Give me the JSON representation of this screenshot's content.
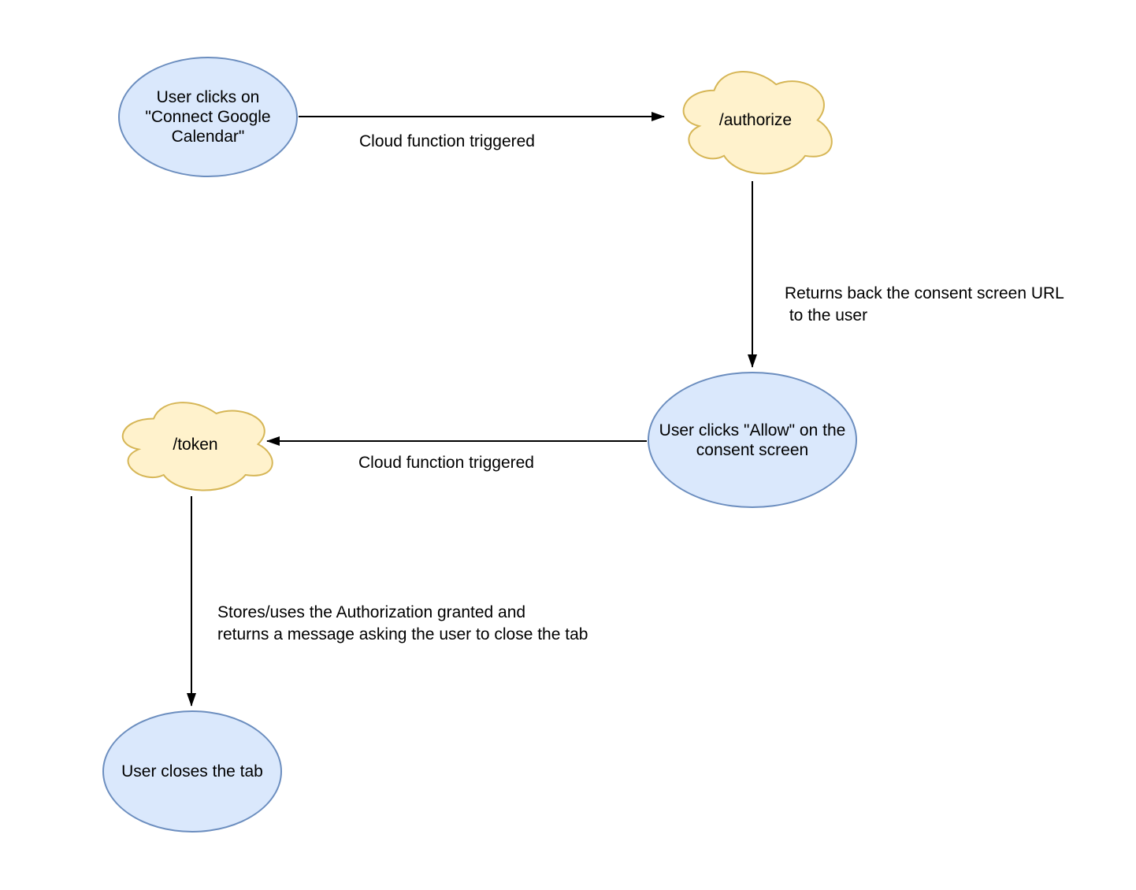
{
  "diagram": {
    "colors": {
      "background": "#ffffff",
      "ellipse_fill": "#dae8fc",
      "ellipse_stroke": "#6c8ebf",
      "cloud_fill": "#fff2cc",
      "cloud_stroke": "#d6b656",
      "arrow": "#000000",
      "text": "#000000"
    },
    "nodes": {
      "connect_calendar": {
        "shape": "ellipse",
        "label": "User clicks on\n\"Connect Google\nCalendar\""
      },
      "authorize_endpoint": {
        "shape": "cloud",
        "label": "/authorize"
      },
      "consent_allow": {
        "shape": "ellipse",
        "label": "User clicks \"Allow\" on the\nconsent screen"
      },
      "token_endpoint": {
        "shape": "cloud",
        "label": "/token"
      },
      "close_tab": {
        "shape": "ellipse",
        "label": "User closes the tab"
      }
    },
    "edges": {
      "connect_to_authorize": {
        "label": "Cloud function triggered"
      },
      "authorize_to_consent": {
        "label": "Returns back the consent screen URL\n to the user"
      },
      "consent_to_token": {
        "label": "Cloud function triggered"
      },
      "token_to_close": {
        "label": "Stores/uses the Authorization granted and\nreturns a message asking the user to close the tab"
      }
    }
  }
}
